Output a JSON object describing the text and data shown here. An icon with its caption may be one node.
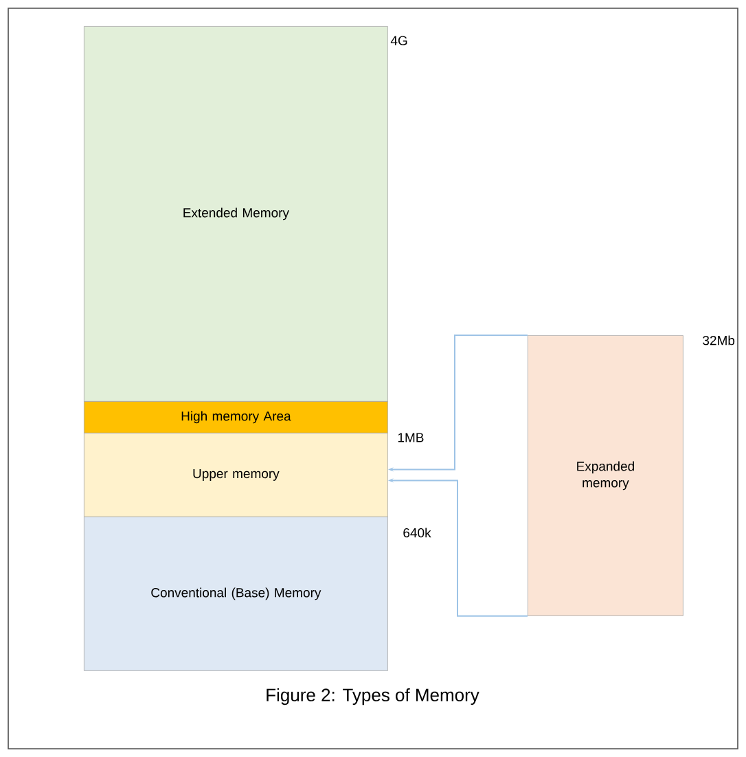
{
  "diagram": {
    "caption": "Figure 2: Types of Memory",
    "nodes": [
      {
        "text": [
          "Extended Memory"
        ],
        "beside": [
          "4G"
        ]
      },
      {
        "text": [
          "High memory Area"
        ]
      },
      {
        "text": [
          "Upper memory"
        ],
        "beside": [
          "1MB"
        ]
      },
      {
        "text": [
          "Conventional (Base) Memory"
        ],
        "beside": [
          "640k"
        ]
      },
      {
        "text": [
          "Expanded memory"
        ],
        "beside": [
          "32Mb"
        ]
      }
    ],
    "edges": [
      {
        "from": 4,
        "to": 2,
        "arrow": "to"
      },
      {
        "from": 4,
        "to": 2,
        "arrow": "to"
      }
    ]
  }
}
